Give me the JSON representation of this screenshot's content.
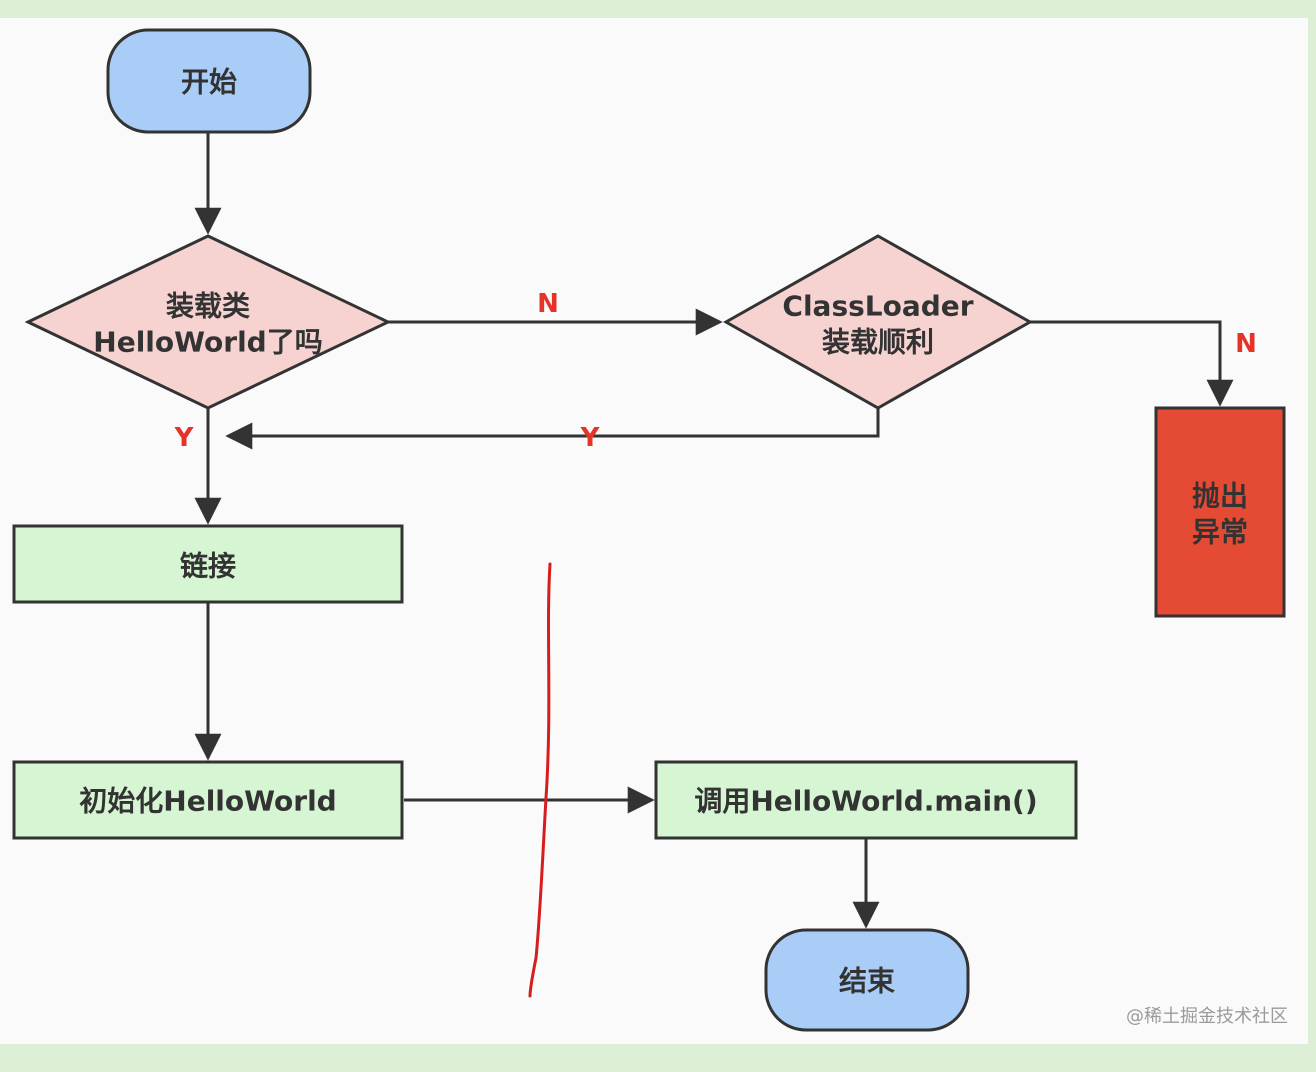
{
  "diagram": {
    "nodes": {
      "start": "开始",
      "check_loaded_line1": "装载类",
      "check_loaded_line2": "HelloWorld了吗",
      "classloader_line1": "ClassLoader",
      "classloader_line2": "装载顺利",
      "throw_line1": "抛出",
      "throw_line2": "异常",
      "link": "链接",
      "init": "初始化HelloWorld",
      "call_main": "调用HelloWorld.main()",
      "end": "结束"
    },
    "edge_labels": {
      "not_loaded": "N",
      "load_failed": "N",
      "loaded": "Y",
      "load_ok": "Y"
    },
    "colors": {
      "terminal_fill": "#a9cdf7",
      "decision_fill": "#f6d3d0",
      "process_fill": "#d5f5d3",
      "error_fill": "#e54b34",
      "stroke": "#333333",
      "label_red": "#e5332a",
      "annotation": "#d61d1d"
    }
  },
  "watermark": "@稀土掘金技术社区"
}
